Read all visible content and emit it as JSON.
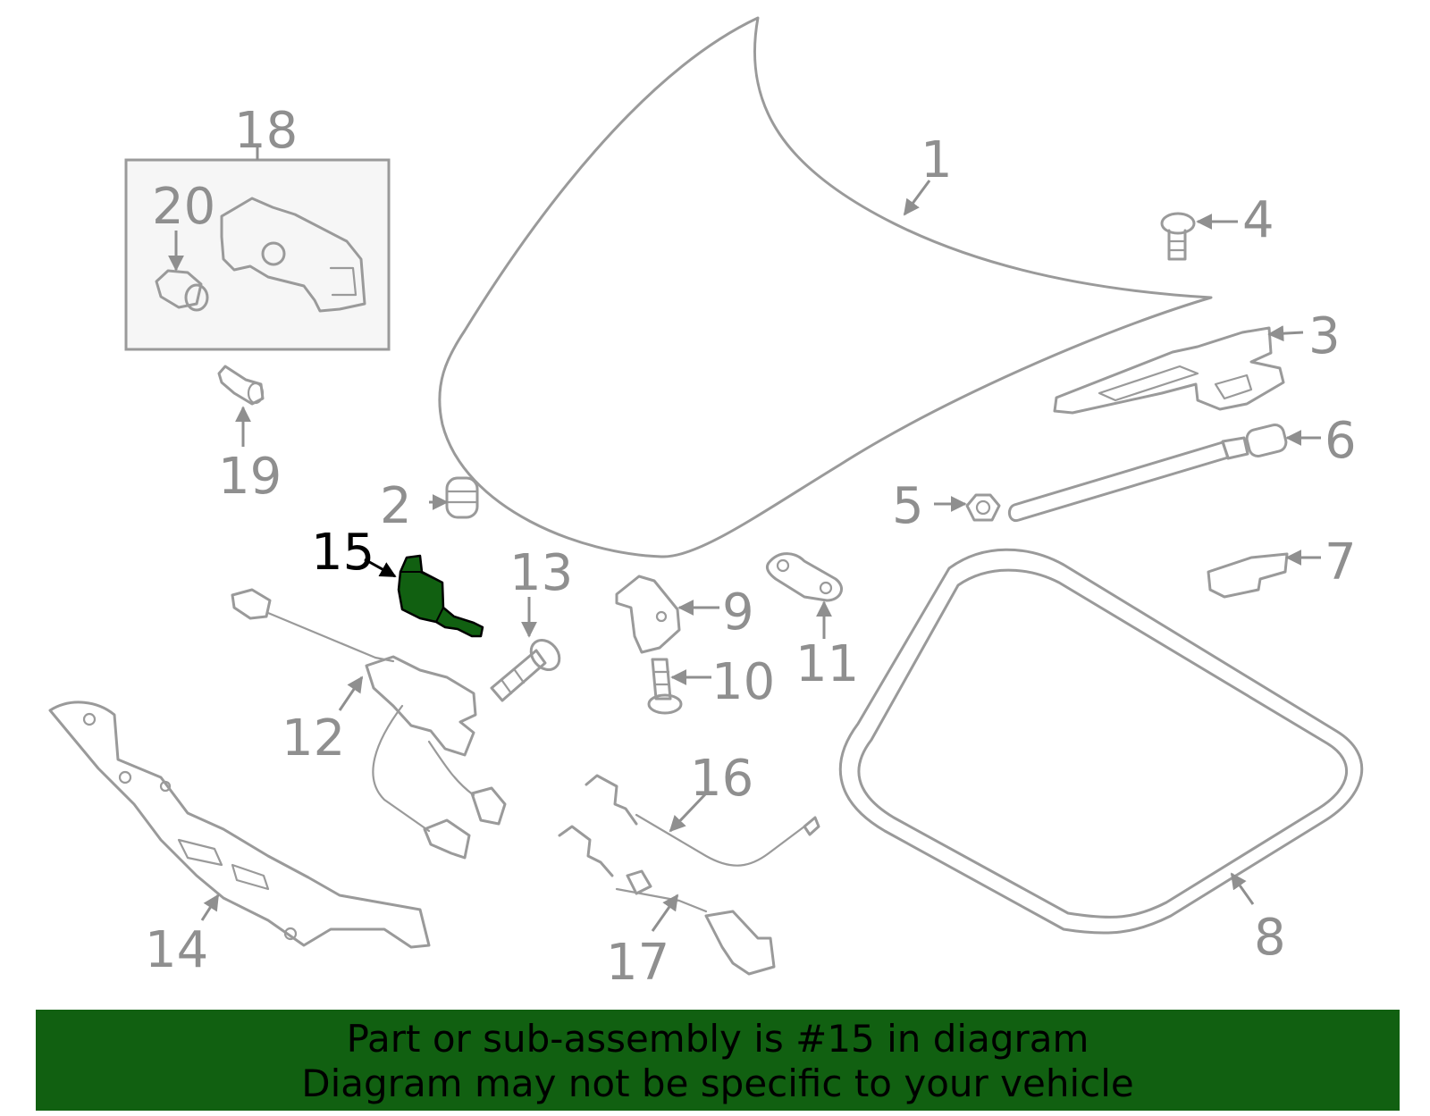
{
  "diagram": {
    "highlight_color": "#116011",
    "line_color": "#9a9a9a",
    "highlighted_part": "15",
    "callouts": [
      "1",
      "2",
      "3",
      "4",
      "5",
      "6",
      "7",
      "8",
      "9",
      "10",
      "11",
      "12",
      "13",
      "14",
      "15",
      "16",
      "17",
      "18",
      "19",
      "20"
    ]
  },
  "banner": {
    "background": "#116011",
    "line1": "Part or sub-assembly is #15 in diagram",
    "line2": "Diagram may not be specific to your vehicle"
  }
}
